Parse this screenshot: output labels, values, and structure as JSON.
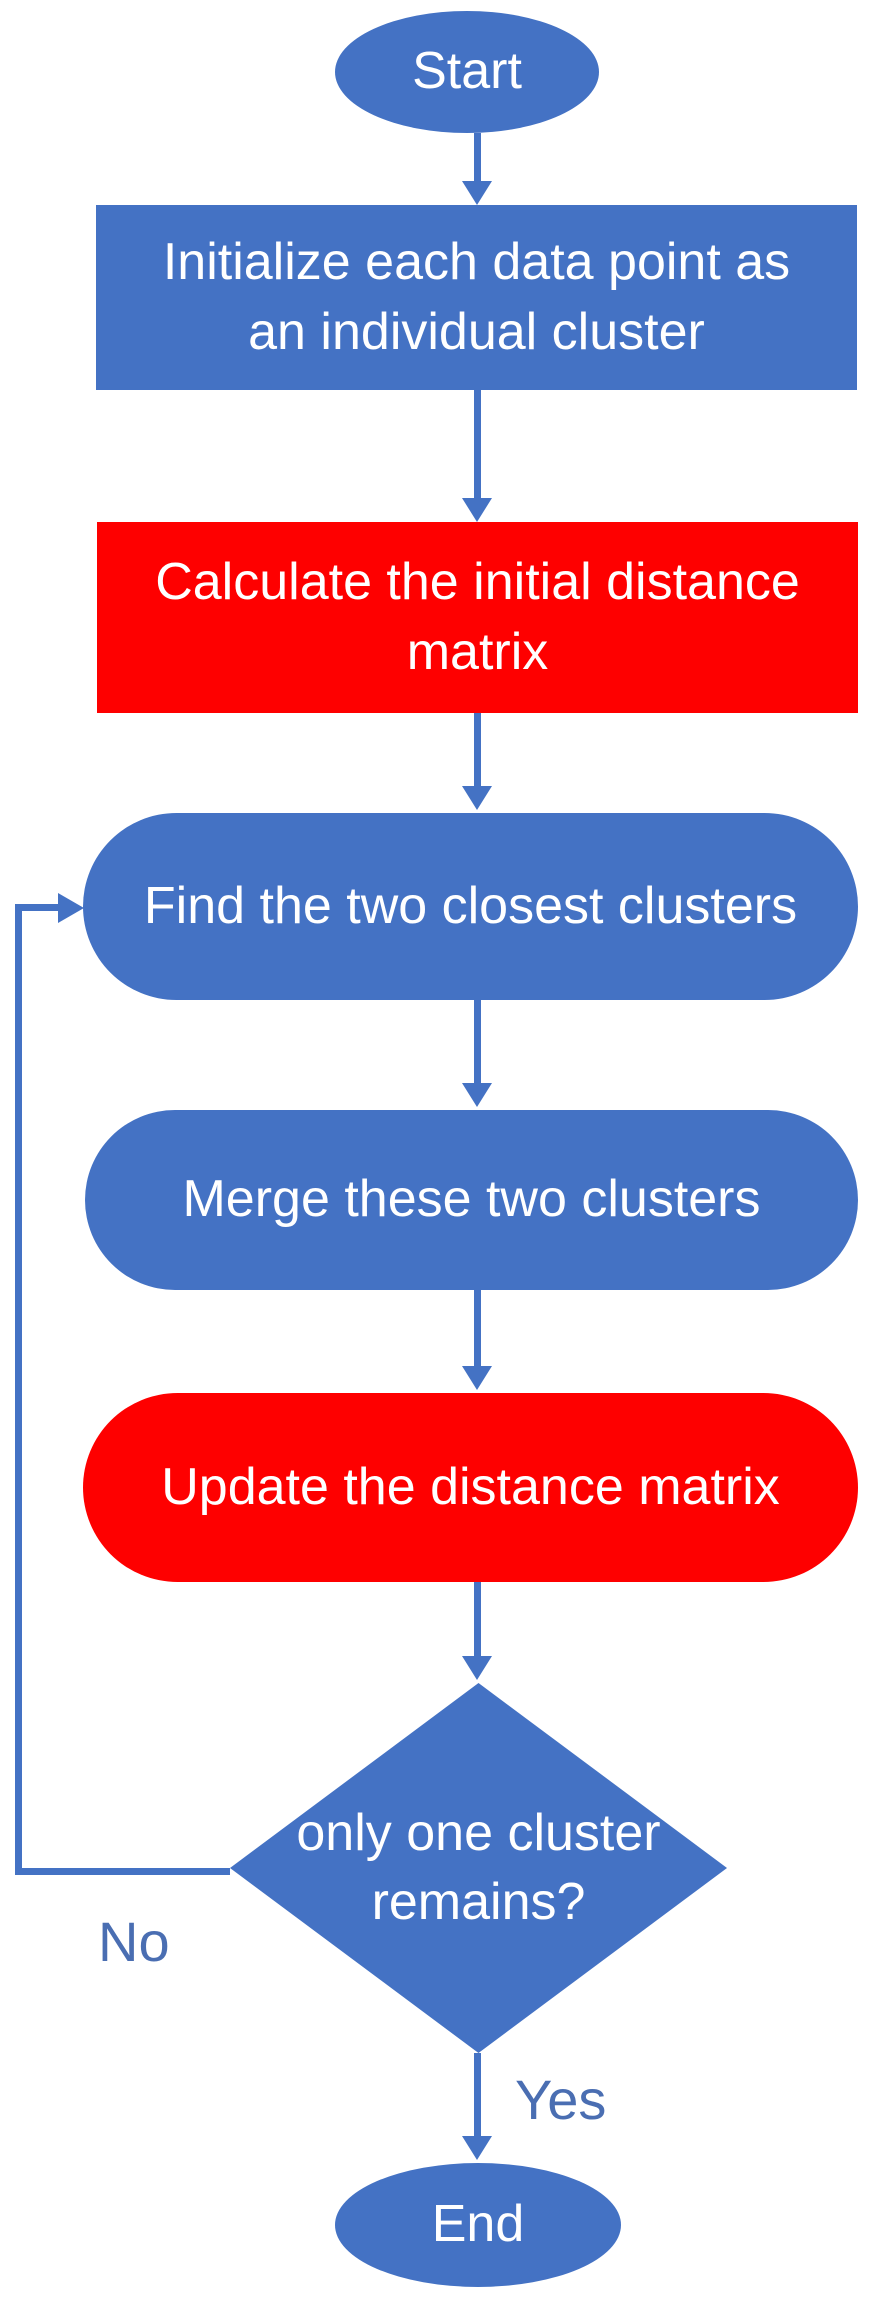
{
  "flowchart": {
    "nodes": {
      "start": {
        "label": "Start"
      },
      "initialize": {
        "line1": "Initialize each data point as",
        "line2": "an individual cluster"
      },
      "calculate": {
        "line1": "Calculate the initial distance",
        "line2": "matrix"
      },
      "find": {
        "label": "Find the two closest clusters"
      },
      "merge": {
        "label": "Merge these two clusters"
      },
      "update": {
        "label": "Update the distance matrix"
      },
      "decision": {
        "line1": "only one cluster",
        "line2": "remains?"
      },
      "end": {
        "label": "End"
      }
    },
    "edge_labels": {
      "no": "No",
      "yes": "Yes"
    },
    "colors": {
      "blue": "#4472C4",
      "red": "#FE0000",
      "arrow": "#4472C4",
      "node_text": "#FFFFFF",
      "label_text": "#4A6EB2",
      "background": "#FFFFFF"
    }
  }
}
